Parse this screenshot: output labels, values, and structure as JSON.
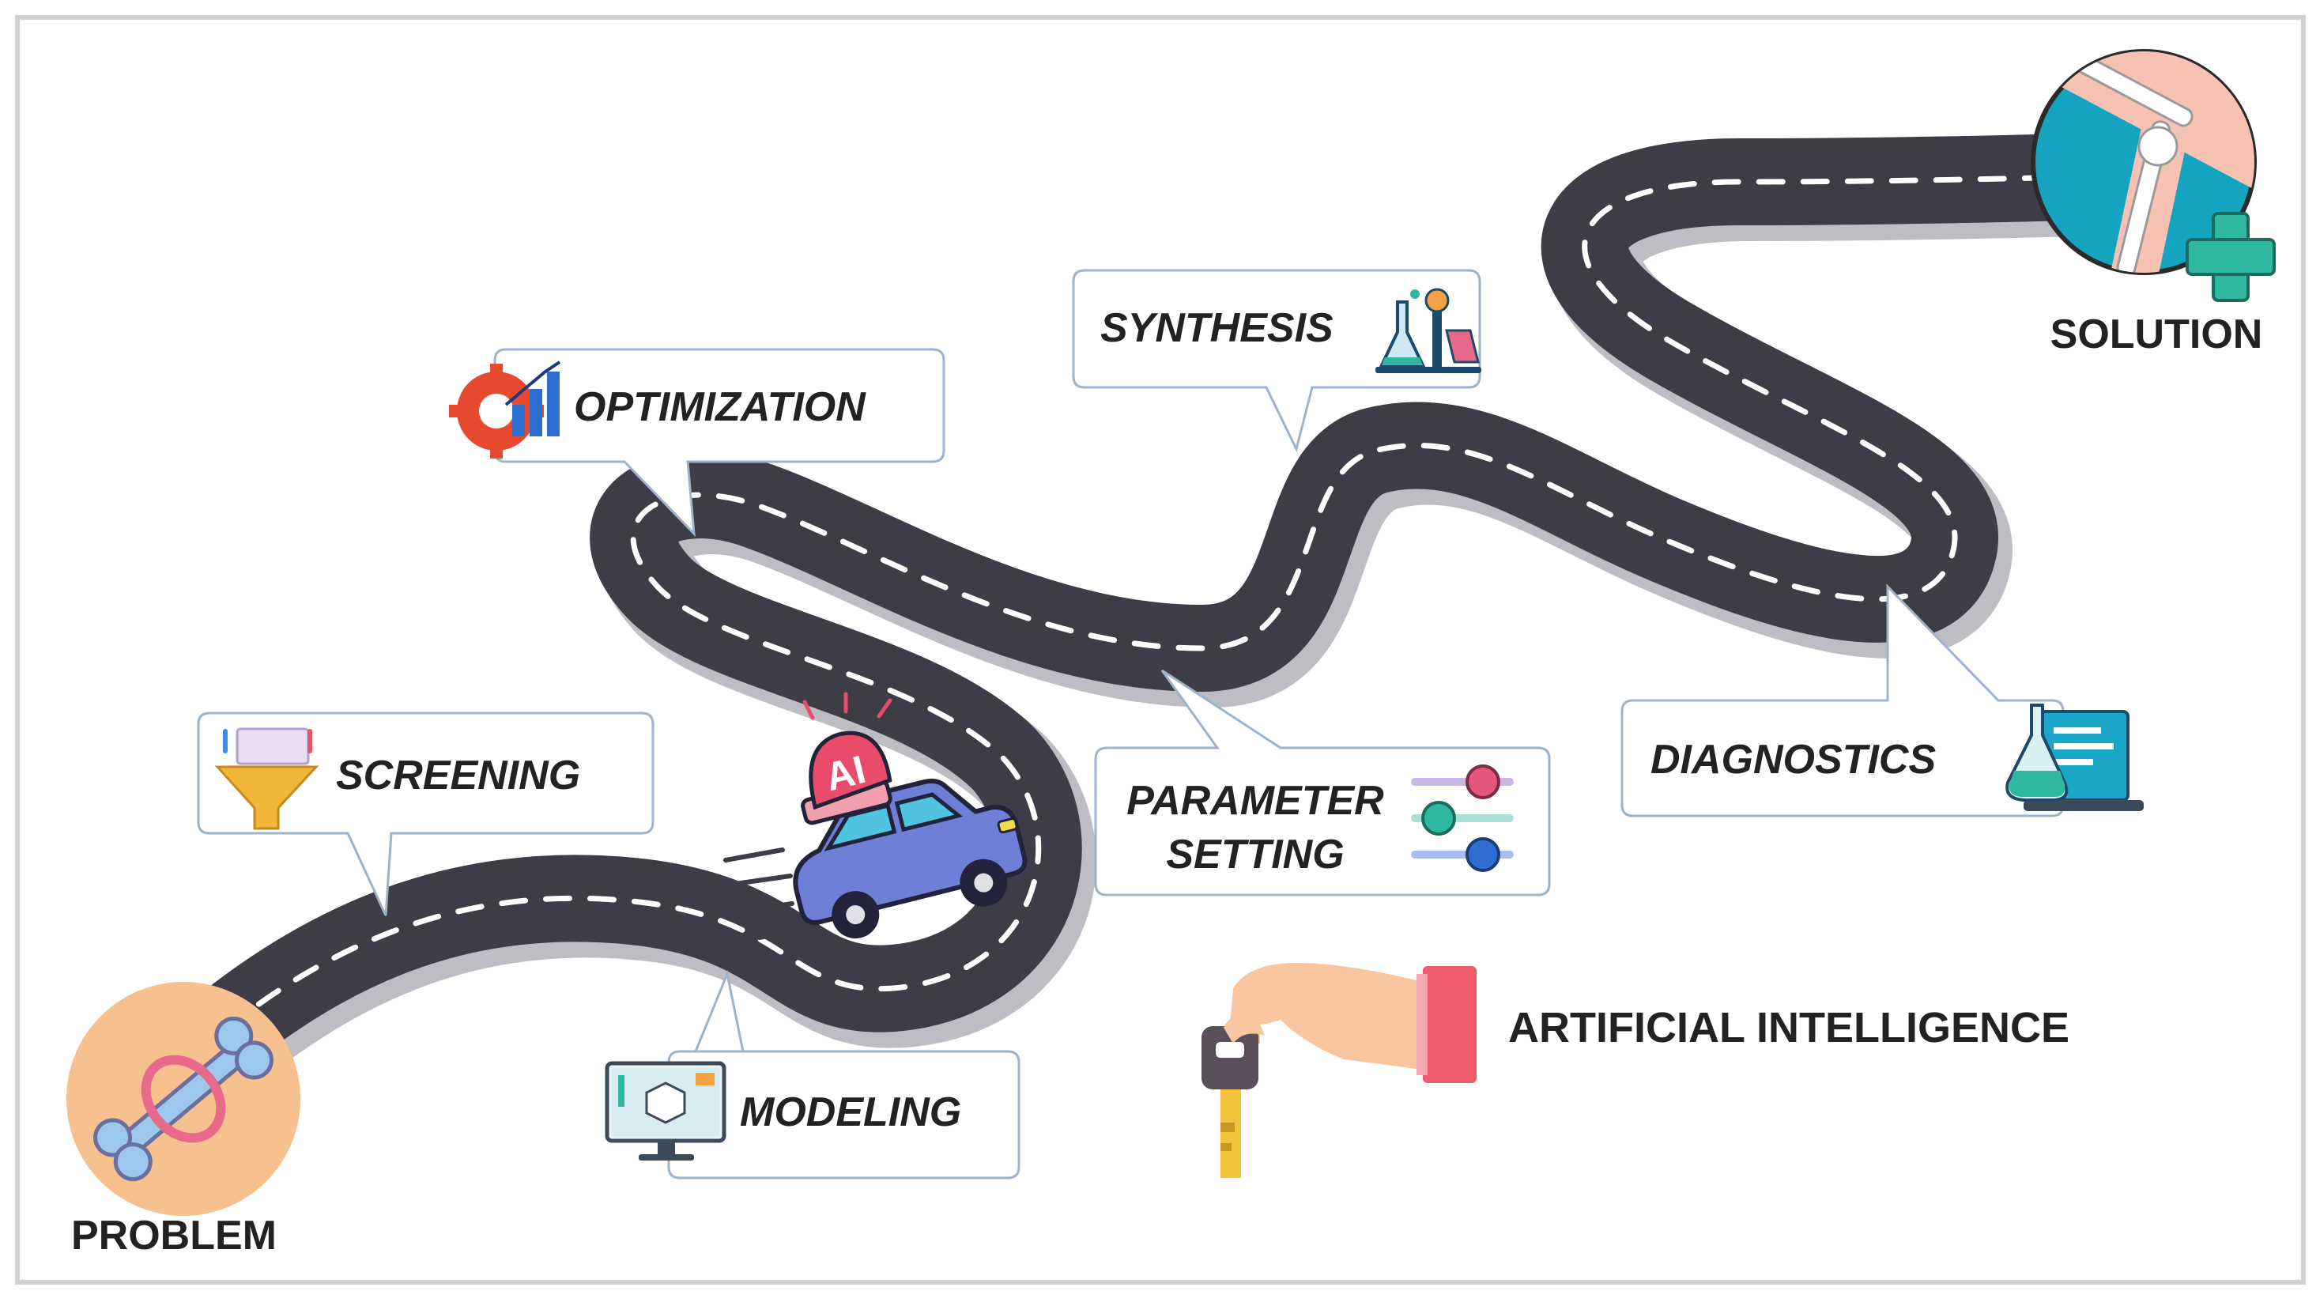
{
  "start": {
    "label": "PROBLEM"
  },
  "end": {
    "label": "SOLUTION"
  },
  "steps": [
    {
      "label": "SCREENING"
    },
    {
      "label": "MODELING"
    },
    {
      "label": "OPTIMIZATION"
    },
    {
      "label": "PARAMETER",
      "label2": "SETTING"
    },
    {
      "label": "SYNTHESIS"
    },
    {
      "label": "DIAGNOSTICS"
    }
  ],
  "car": {
    "badge": "AI"
  },
  "key": {
    "label": "ARTIFICIAL INTELLIGENCE"
  },
  "colors": {
    "road": "#3d3c47",
    "road_shadow": "#b9b9bf",
    "lane": "#ffffff",
    "problem_circle": "#f6c08f",
    "bone": "#9ec7ee",
    "solution_blue": "#15a4c0",
    "solution_skin": "#f6c2b4",
    "plus": "#2fb8a0",
    "callout_border": "#9fb3c8",
    "car_body": "#6f7fd8",
    "ai_light": "#e94b6a",
    "hand": "#f7c59f",
    "key_head": "#5a4e5a",
    "key_blade": "#f3c33c"
  }
}
